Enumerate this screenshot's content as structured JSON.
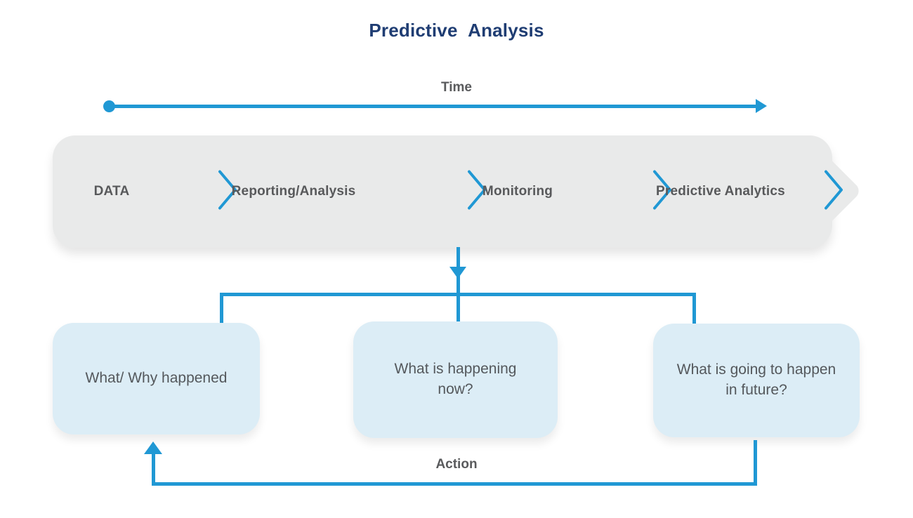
{
  "title": "Predictive Analysis",
  "time_axis": {
    "label": "Time"
  },
  "banner": {
    "items": [
      {
        "label": "DATA"
      },
      {
        "label": "Reporting/Analysis"
      },
      {
        "label": "Monitoring"
      },
      {
        "label": "Predictive Analytics"
      }
    ]
  },
  "boxes": [
    {
      "label": "What/ Why happened"
    },
    {
      "label": "What is happening now?"
    },
    {
      "label": "What is going to happen in future?"
    }
  ],
  "action": {
    "label": "Action"
  },
  "colors": {
    "accent_blue": "#2098d4",
    "title_navy": "#1f3d73",
    "banner_gray": "#e9eaea",
    "box_light_blue": "#dcedf6",
    "label_gray": "#58595b"
  }
}
